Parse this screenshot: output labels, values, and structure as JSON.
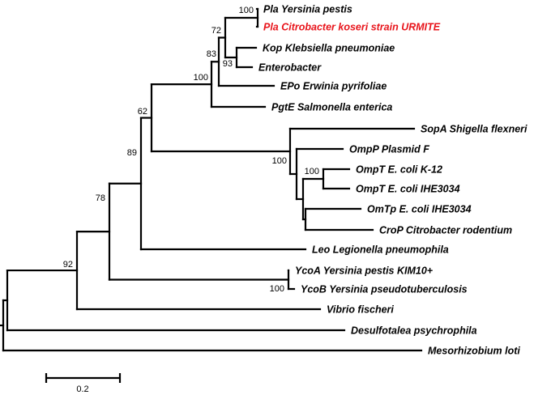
{
  "tree": {
    "highlight_color": "#e8141b",
    "line_color": "#000000",
    "leaves": [
      {
        "id": "pla-yersinia-pestis",
        "label": "Pla Yersinia pestis",
        "highlight": false
      },
      {
        "id": "pla-citrobacter-koseri",
        "label": "Pla Citrobacter koseri strain URMITE",
        "highlight": true
      },
      {
        "id": "kop-klebsiella",
        "label": "Kop Klebsiella pneumoniae",
        "highlight": false
      },
      {
        "id": "enterobacter",
        "label": "Enterobacter",
        "highlight": false
      },
      {
        "id": "epo-erwinia",
        "label": "EPo Erwinia pyrifoliae",
        "highlight": false
      },
      {
        "id": "pgte-salmonella",
        "label": "PgtE Salmonella enterica",
        "highlight": false
      },
      {
        "id": "sopa-shigella",
        "label": "SopA Shigella flexneri",
        "highlight": false
      },
      {
        "id": "ompp-plasmid-f",
        "label": "OmpP Plasmid F",
        "highlight": false
      },
      {
        "id": "ompt-ecoli-k12",
        "label": "OmpT E. coli K-12",
        "highlight": false
      },
      {
        "id": "ompt-ecoli-ihe3034",
        "label": "OmpT E. coli IHE3034",
        "highlight": false
      },
      {
        "id": "omtp-ecoli-ihe3034",
        "label": "OmTp  E. coli IHE3034",
        "highlight": false
      },
      {
        "id": "crop-citrobacter",
        "label": "CroP Citrobacter rodentium",
        "highlight": false
      },
      {
        "id": "leo-legionella",
        "label": "Leo Legionella pneumophila",
        "highlight": false
      },
      {
        "id": "ycoa-yersinia",
        "label": "YcoA Yersinia pestis KIM10+",
        "highlight": false
      },
      {
        "id": "ycob-yersinia",
        "label": "YcoB  Yersinia pseudotuberculosis",
        "highlight": false
      },
      {
        "id": "vibrio-fischeri",
        "label": "Vibrio fischeri",
        "highlight": false
      },
      {
        "id": "desulfotalea",
        "label": "Desulfotalea psychrophila",
        "highlight": false
      },
      {
        "id": "mesorhizobium",
        "label": "Mesorhizobium loti",
        "highlight": false
      }
    ],
    "bootstrap_values": [
      {
        "id": "boot-pla",
        "value": "100"
      },
      {
        "id": "boot-72",
        "value": "72"
      },
      {
        "id": "boot-93",
        "value": "93"
      },
      {
        "id": "boot-83",
        "value": "83"
      },
      {
        "id": "boot-100-outer",
        "value": "100"
      },
      {
        "id": "boot-62",
        "value": "62"
      },
      {
        "id": "boot-100-ompt-clade",
        "value": "100"
      },
      {
        "id": "boot-100-ompt-k12",
        "value": "100"
      },
      {
        "id": "boot-89",
        "value": "89"
      },
      {
        "id": "boot-78",
        "value": "78"
      },
      {
        "id": "boot-100-yco",
        "value": "100"
      },
      {
        "id": "boot-92",
        "value": "92"
      }
    ],
    "scale_bar": {
      "label": "0.2",
      "value": 0.2
    }
  }
}
